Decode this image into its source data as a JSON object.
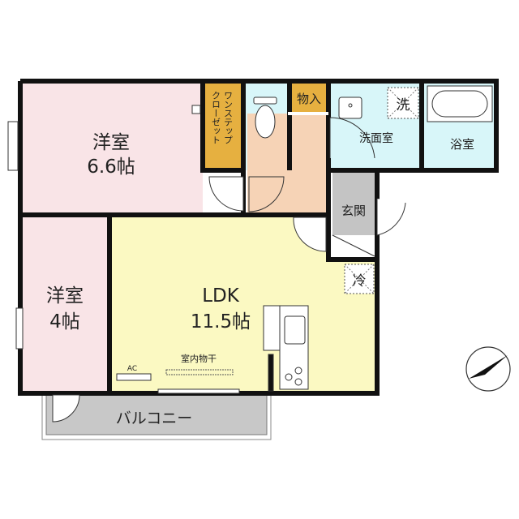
{
  "rooms": {
    "western_room_1": {
      "name": "洋室",
      "size": "6.6帖"
    },
    "western_room_2": {
      "name": "洋室",
      "size": "4帖"
    },
    "ldk": {
      "name": "LDK",
      "size": "11.5帖"
    },
    "closet": {
      "name_line1": "ワンステップ",
      "name_line2": "クローゼット"
    },
    "storage": {
      "name": "物入"
    },
    "washroom": {
      "name": "洗面室"
    },
    "bathroom": {
      "name": "浴室"
    },
    "entrance": {
      "name": "玄関"
    },
    "balcony": {
      "name": "バルコニー"
    }
  },
  "fixtures": {
    "washer": "洗",
    "fridge": "冷",
    "air_conditioner": "AC",
    "indoor_drying": "室内物干"
  },
  "colors": {
    "western_room": "#f9e4e7",
    "ldk": "#fbf9c2",
    "closet": "#e6b040",
    "wet_area": "#d8f6f9",
    "hall": "#f6d3b6",
    "entrance": "#c4c4c4",
    "balcony": "#c8c8c8"
  },
  "compass_icon": "north-arrow-icon"
}
